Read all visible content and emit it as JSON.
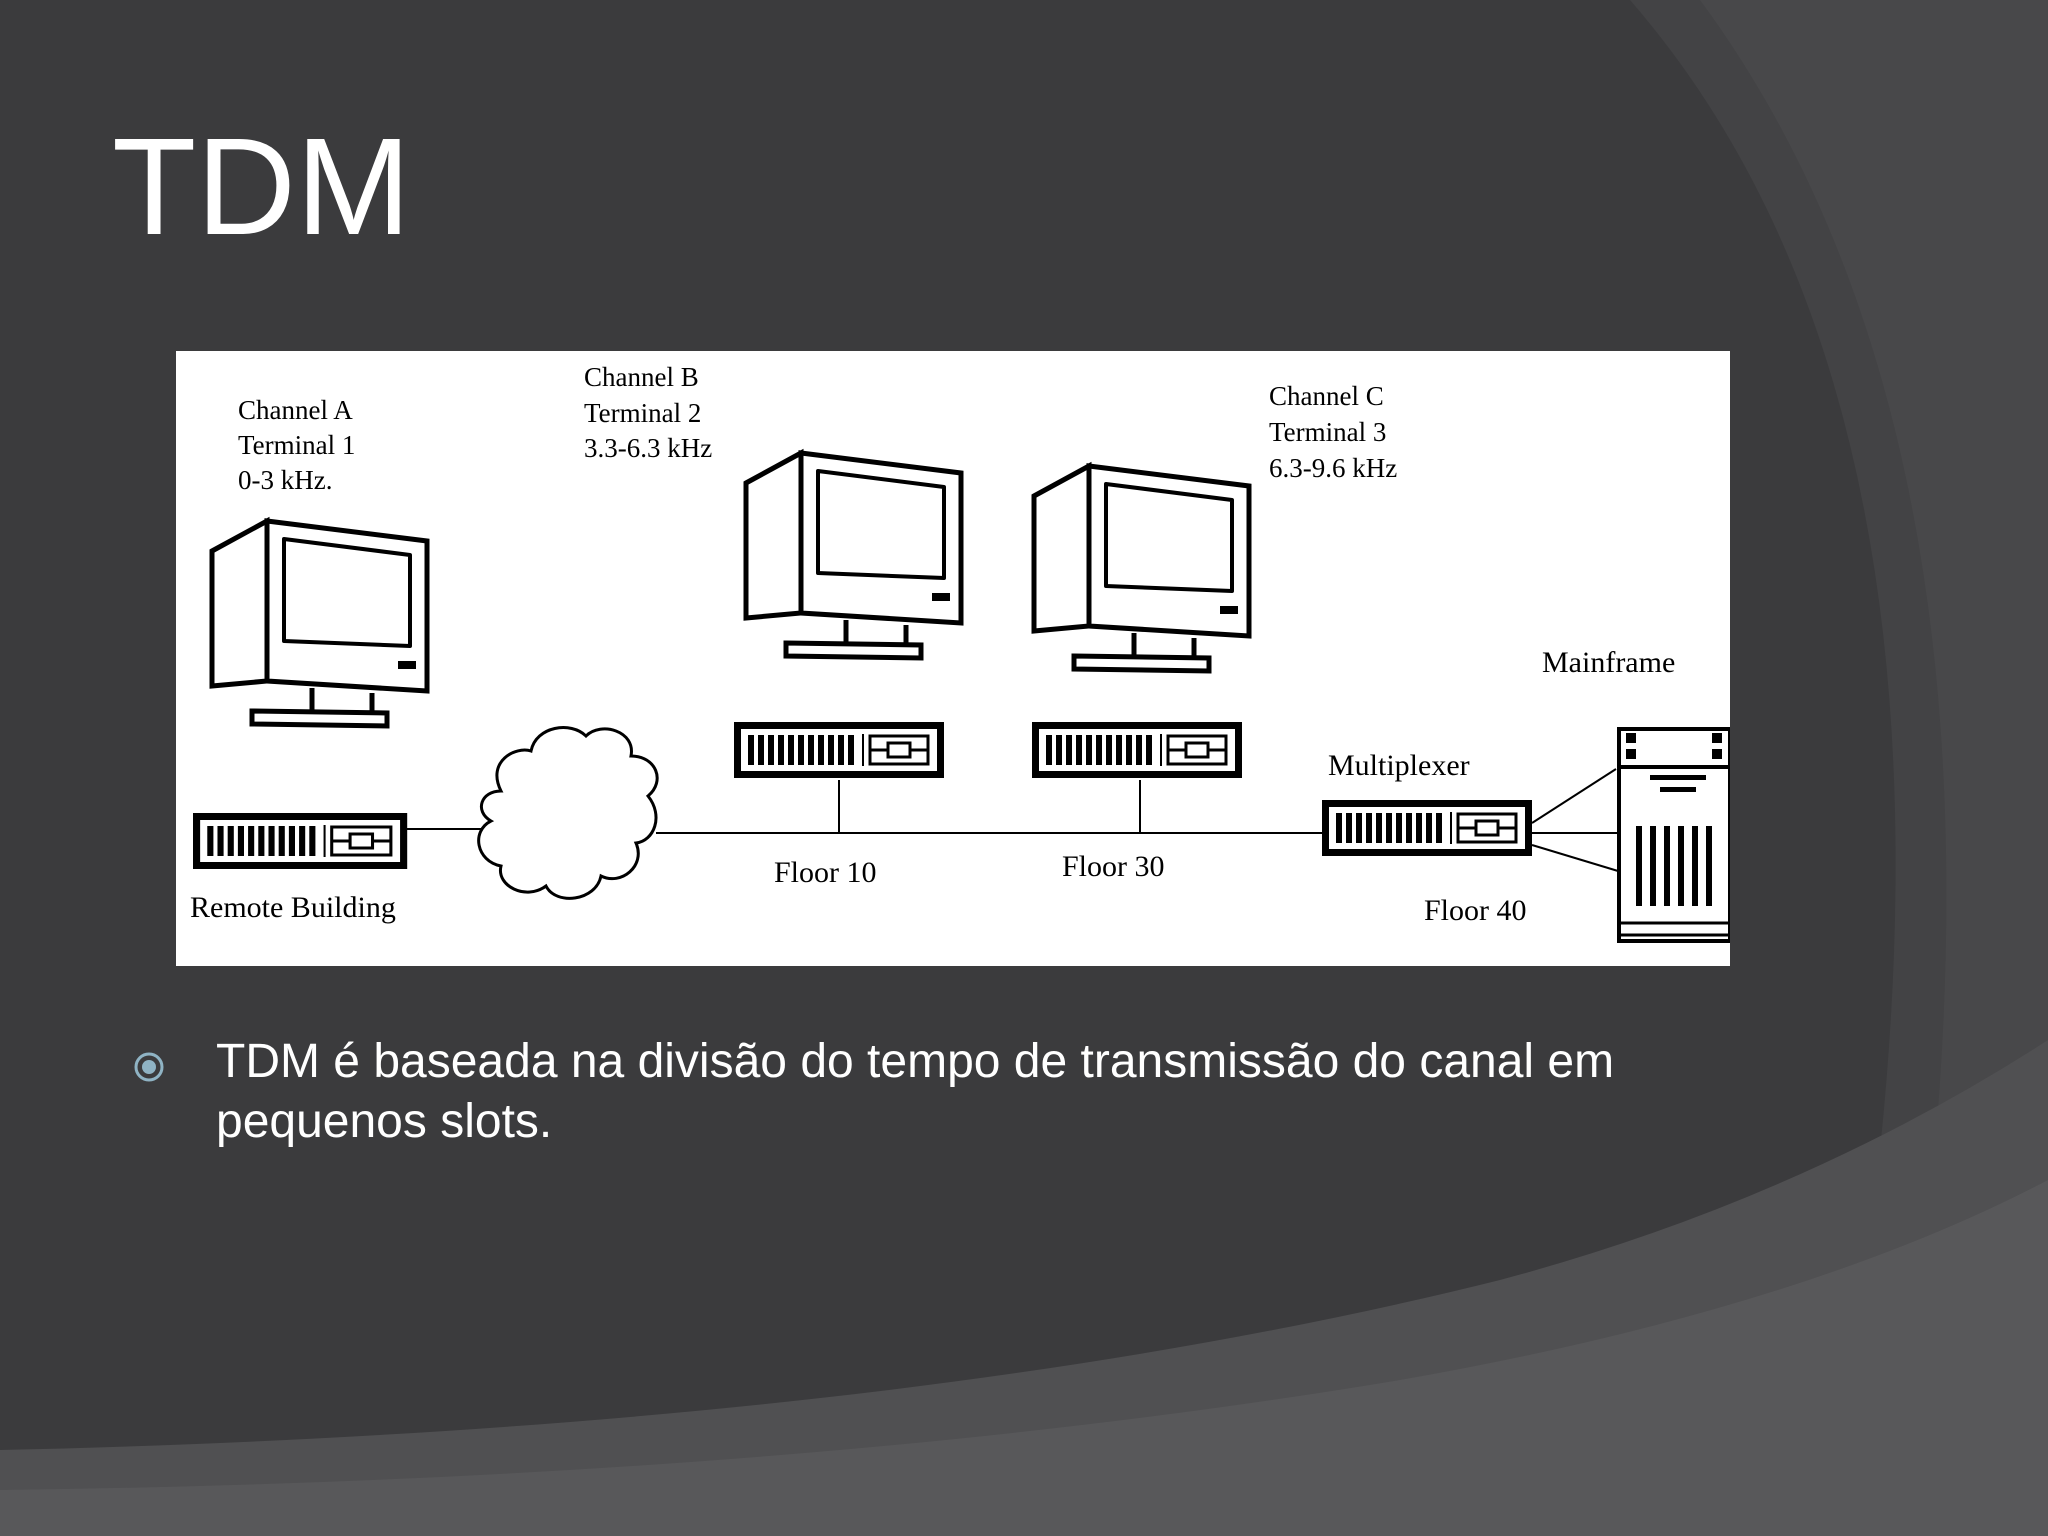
{
  "slide": {
    "title": "TDM"
  },
  "diagram": {
    "labels": {
      "channel_a": [
        "Channel A",
        "Terminal 1",
        "0-3 kHz."
      ],
      "channel_b": [
        "Channel B",
        "Terminal 2",
        "3.3-6.3 kHz"
      ],
      "channel_c": [
        "Channel C",
        "Terminal 3",
        "6.3-9.6 kHz"
      ],
      "mainframe": "Mainframe",
      "multiplexer": "Multiplexer",
      "remote_building": "Remote Building",
      "floor_10": "Floor 10",
      "floor_30": "Floor 30",
      "floor_40": "Floor 40"
    }
  },
  "bullets": [
    {
      "text": "TDM é baseada na divisão do tempo de transmissão do canal em pequenos slots."
    }
  ],
  "colors": {
    "background": "#3b3b3d",
    "accent_bullet": "#8fb3c4",
    "text": "#ffffff"
  }
}
